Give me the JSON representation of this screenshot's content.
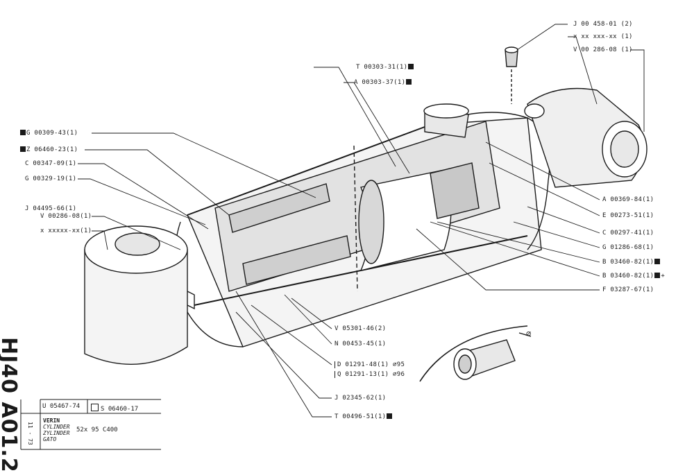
{
  "labels_left": [
    {
      "text": "G 00309-43(1)",
      "sq_before": true
    },
    {
      "text": "Z 06460-23(1)",
      "sq_before": true
    },
    {
      "text": "C 00347-09(1)"
    },
    {
      "text": "G 00329-19(1)"
    },
    {
      "text": "J 04495-66(1)"
    },
    {
      "text": "V 00286-08(1)"
    },
    {
      "text": "x xxxxx-xx(1)"
    }
  ],
  "labels_top": [
    {
      "text": "T 00303-31(1)",
      "sq_after": true
    },
    {
      "text": "A 00303-37(1)",
      "sq_after": true
    },
    {
      "text": "J  00 458-01 (2)"
    },
    {
      "text": "x  xx xxx-xx (1)"
    },
    {
      "text": "V  00 286-08 (1)"
    }
  ],
  "labels_right": [
    {
      "text": "A 00369-84(1)"
    },
    {
      "text": "E 00273-51(1)"
    },
    {
      "text": "C 00297-41(1)"
    },
    {
      "text": "G 01286-68(1)"
    },
    {
      "text": "B 03460-82(1)",
      "sq_after": true
    },
    {
      "text": "B 03460-82(1)",
      "sq_after": true,
      "plus": "+"
    },
    {
      "text": "F 03287-67(1)"
    }
  ],
  "labels_bottom": [
    {
      "text": "V 05301-46(2)"
    },
    {
      "text": "N 00453-45(1)"
    },
    {
      "text": "D 01291-48(1) ∅95"
    },
    {
      "text": "Q 01291-13(1) ∅96"
    },
    {
      "text": "J 02345-62(1)"
    },
    {
      "text": "T 00496-51(1)",
      "sq_after": true
    }
  ],
  "diameter_symbol": "∅",
  "side_code": "HJ40  A01.2",
  "title_block": {
    "code_u": "U 05467-74",
    "code_s": "S 06460-17",
    "names": [
      "VERIN",
      "CYLINDER",
      "ZYLINDER",
      "GATO"
    ],
    "spec": "52x 95   C400",
    "date": "11 - 73"
  }
}
